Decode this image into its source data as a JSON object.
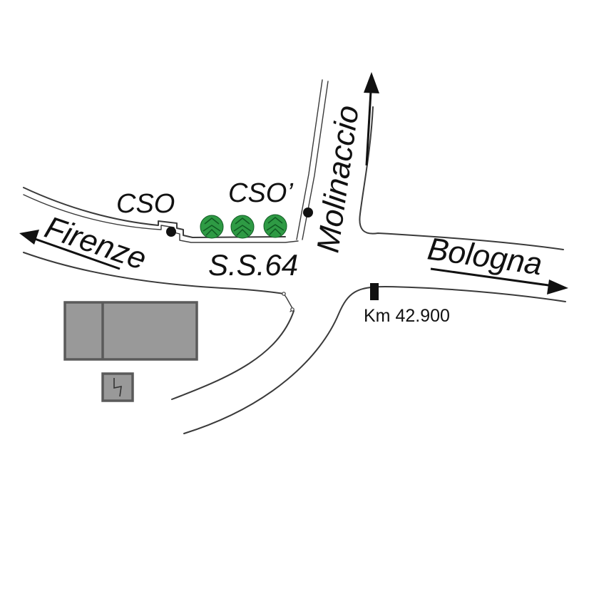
{
  "labels": {
    "cso": "CSO",
    "cso_prime": "CSO’",
    "road_ss64": "S.S.64",
    "firenze": "Firenze",
    "bologna": "Bologna",
    "molinaccio": "Molinaccio",
    "km_marker": "Km 42.900"
  },
  "colors": {
    "road_line": "#3a3a3a",
    "arrow": "#111111",
    "building_fill": "#999999",
    "building_stroke": "#5a5a5a",
    "tree_green": "#2e9a44"
  },
  "icons": {
    "tree": "tree-icon",
    "electric": "lightning-icon",
    "point": "dot-marker-icon"
  }
}
